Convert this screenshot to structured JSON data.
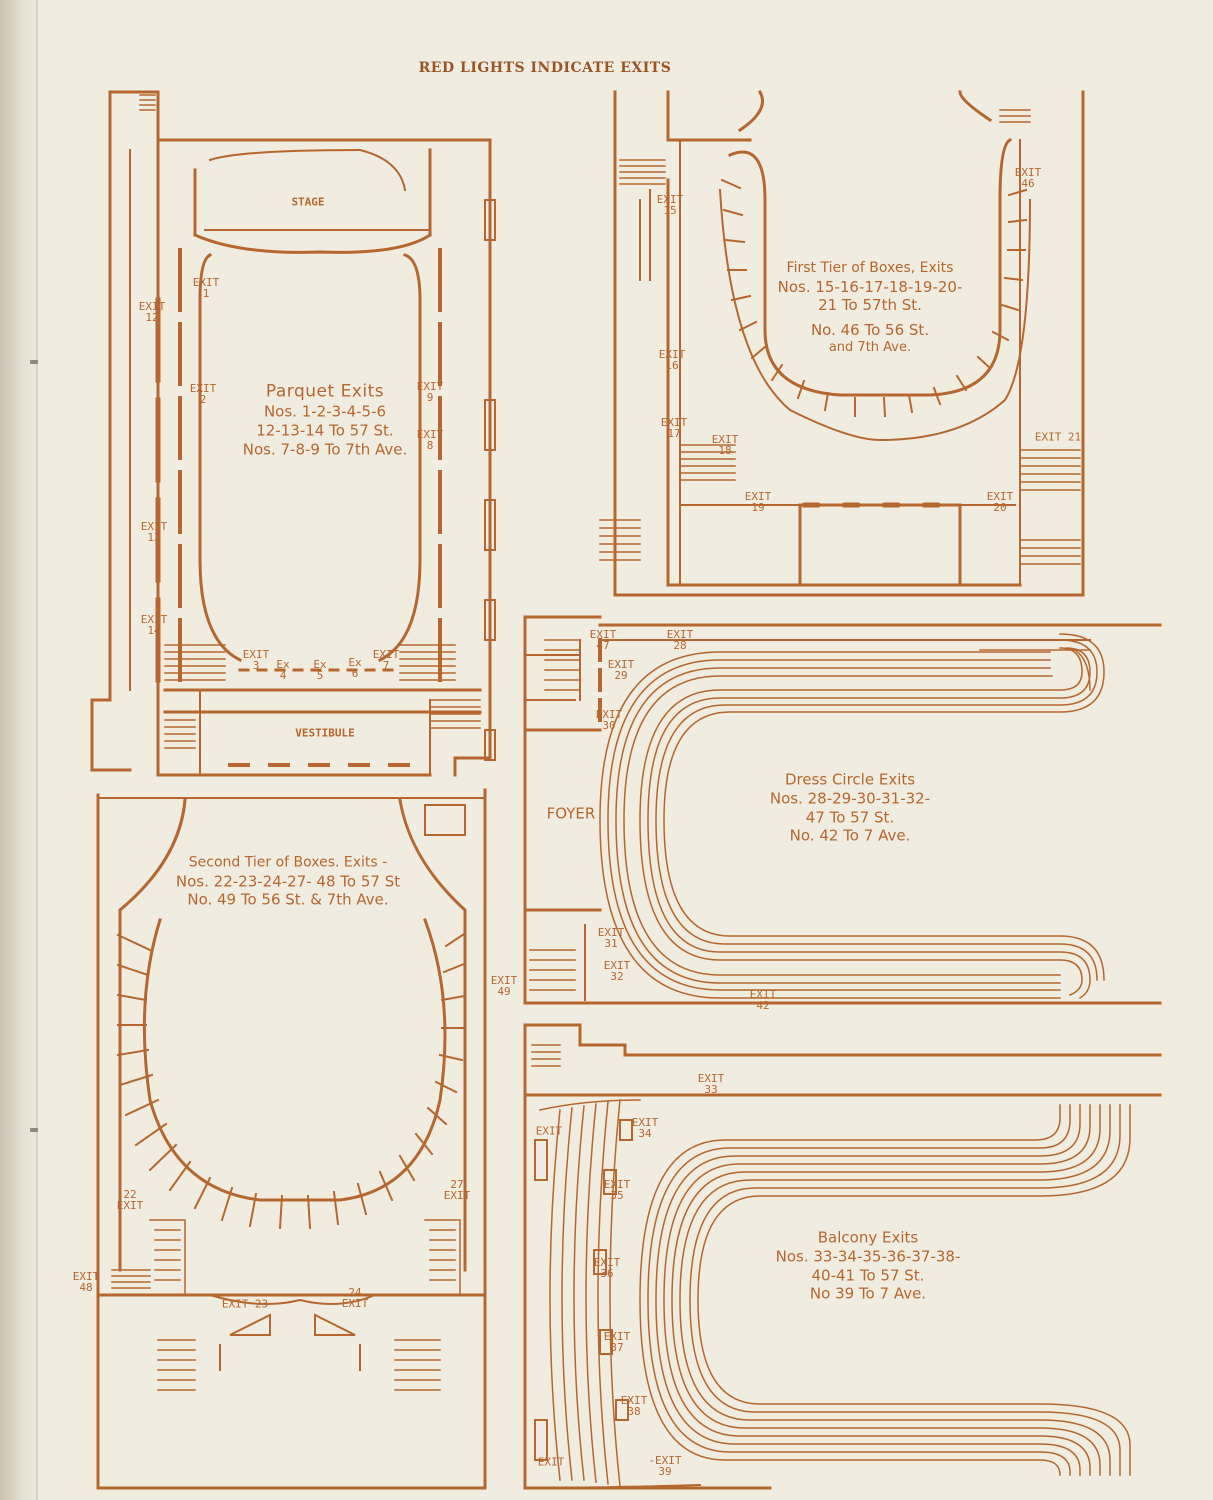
{
  "header": "RED LIGHTS INDICATE EXITS",
  "colors": {
    "ink": "#b5672f",
    "paper": "#f1ece0"
  },
  "parquet": {
    "title": "Parquet Exits",
    "lines": [
      "Nos. 1-2-3-4-5-6",
      "12-13-14 To 57 St.",
      "Nos. 7-8-9 To 7th Ave."
    ],
    "stage": "STAGE",
    "vestibule": "VESTIBULE",
    "exits": {
      "e1": [
        "EXIT",
        "1"
      ],
      "e2": [
        "EXIT",
        "2"
      ],
      "e3": [
        "EXIT",
        "3"
      ],
      "e4": [
        "Ex",
        "4"
      ],
      "e5": [
        "Ex",
        "5"
      ],
      "e6": [
        "Ex",
        "6"
      ],
      "e7": [
        "EXIT",
        "7"
      ],
      "e8": [
        "EXIT",
        "8"
      ],
      "e9": [
        "EXIT",
        "9"
      ],
      "e12": [
        "EXIT",
        "12"
      ],
      "e13": [
        "EXIT",
        "13"
      ],
      "e14": [
        "EXIT",
        "14"
      ]
    }
  },
  "first_tier": {
    "title": "First Tier of Boxes, Exits",
    "lines": [
      "Nos. 15-16-17-18-19-20-",
      "21 To 57th St.",
      "No. 46 To 56 St.",
      "and 7th Ave."
    ],
    "exits": {
      "e15": [
        "EXIT",
        "15"
      ],
      "e16": [
        "EXIT",
        "16"
      ],
      "e17": [
        "EXIT",
        "17"
      ],
      "e18": [
        "EXIT",
        "18"
      ],
      "e19": [
        "EXIT",
        "19"
      ],
      "e20": [
        "EXIT",
        "20"
      ],
      "e21": [
        "EXIT 21",
        ""
      ],
      "e46": [
        "EXIT",
        "46"
      ]
    }
  },
  "second_tier": {
    "title": "Second Tier of Boxes. Exits -",
    "lines": [
      "Nos. 22-23-24-27- 48 To 57 St",
      "No. 49 To 56 St. & 7th Ave."
    ],
    "exits": {
      "e22": [
        "22",
        "EXIT"
      ],
      "e23": [
        "EXIT 23",
        ""
      ],
      "e24": [
        "24",
        "EXIT"
      ],
      "e27": [
        "27",
        "EXIT"
      ],
      "e48": [
        "EXIT",
        "48"
      ],
      "e49": [
        "EXIT",
        "49"
      ]
    }
  },
  "dress_circle": {
    "title": "Dress Circle Exits",
    "lines": [
      "Nos. 28-29-30-31-32-",
      "47 To 57 St.",
      "No. 42 To 7 Ave."
    ],
    "foyer": "FOYER",
    "exits": {
      "e28": [
        "EXIT",
        "28"
      ],
      "e29": [
        "EXIT",
        "29"
      ],
      "e30": [
        "EXIT",
        "30"
      ],
      "e31": [
        "EXIT",
        "31"
      ],
      "e32": [
        "EXIT",
        "32"
      ],
      "e42": [
        "EXIT",
        "42"
      ],
      "e47": [
        "EXIT",
        "47"
      ]
    }
  },
  "balcony": {
    "title": "Balcony Exits",
    "lines": [
      "Nos. 33-34-35-36-37-38-",
      "40-41 To 57 St.",
      "No 39 To 7 Ave."
    ],
    "exits": {
      "e33": [
        "EXIT",
        "33"
      ],
      "e34": [
        "EXIT",
        "34"
      ],
      "e35": [
        "EXIT",
        "35"
      ],
      "e36": [
        "EXIT",
        "36"
      ],
      "e37": [
        "EXIT",
        "37"
      ],
      "e38": [
        "EXIT",
        "38"
      ],
      "e39": [
        "-EXIT",
        "39"
      ],
      "eA": [
        "EXIT",
        ""
      ],
      "eB": [
        "EXIT",
        ""
      ]
    }
  }
}
